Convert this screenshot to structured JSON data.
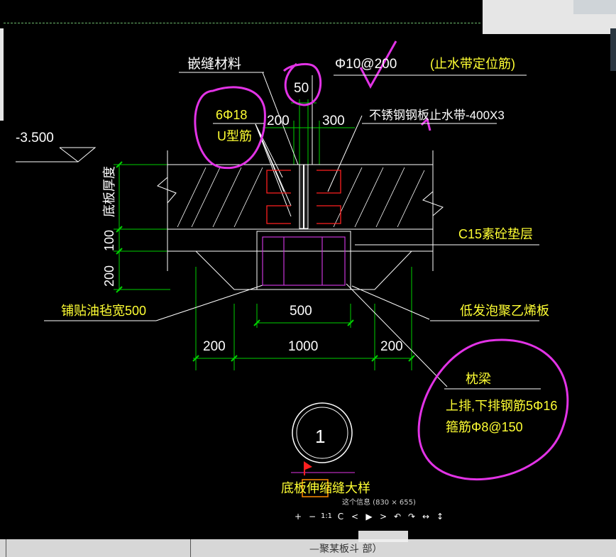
{
  "viewer": {
    "title": "这个信息 (830 × 655)",
    "toolbar": [
      {
        "name": "zoom-in",
        "glyph": "+"
      },
      {
        "name": "zoom-out",
        "glyph": "−"
      },
      {
        "name": "actual-size",
        "glyph": "1:1"
      },
      {
        "name": "refresh",
        "glyph": "C"
      },
      {
        "name": "previous",
        "glyph": "<"
      },
      {
        "name": "play",
        "glyph": "▶"
      },
      {
        "name": "next",
        "glyph": ">"
      },
      {
        "name": "rotate-left",
        "glyph": "↶"
      },
      {
        "name": "rotate-right",
        "glyph": "↷"
      },
      {
        "name": "fit-width",
        "glyph": "↔"
      },
      {
        "name": "fit-height",
        "glyph": "↕"
      }
    ]
  },
  "drawing": {
    "elevation": "-3.500",
    "labels": {
      "joint_material": "嵌缝材料",
      "bar_spec": "Φ10@200",
      "water_stop_bar": "(止水带定位筋)",
      "gap": "50",
      "u_bar_count": "6Φ18",
      "u_bar_type": "U型筋",
      "dim_left": "200",
      "dim_right": "300",
      "steel_plate": "不锈钢钢板止水带-400X3",
      "slab_thickness": "底板厚度",
      "dim_100": "100",
      "dim_200_vert": "200",
      "c15": "C15素砼垫层",
      "felt": "铺贴油毡宽500",
      "foam": "低发泡聚乙烯板",
      "dim_500": "500",
      "dim_200_l": "200",
      "dim_1000": "1000",
      "dim_200_r": "200",
      "beam_title": "枕梁",
      "beam_bars": "上排,下排钢筋5Φ16",
      "beam_stirrup": "箍筋Φ8@150",
      "detail_number": "1",
      "detail_title": "底板伸缩缝大样"
    }
  },
  "bottom": {
    "title_fragment": "—聚某板斗  部）"
  },
  "colors": {
    "cad_green": "#00d000",
    "cad_yellow": "#ffff33",
    "cad_white": "#ffffff",
    "cad_red": "#ff2020",
    "markup_magenta": "#e233e6",
    "pale_yellow": "#e8e89a"
  }
}
